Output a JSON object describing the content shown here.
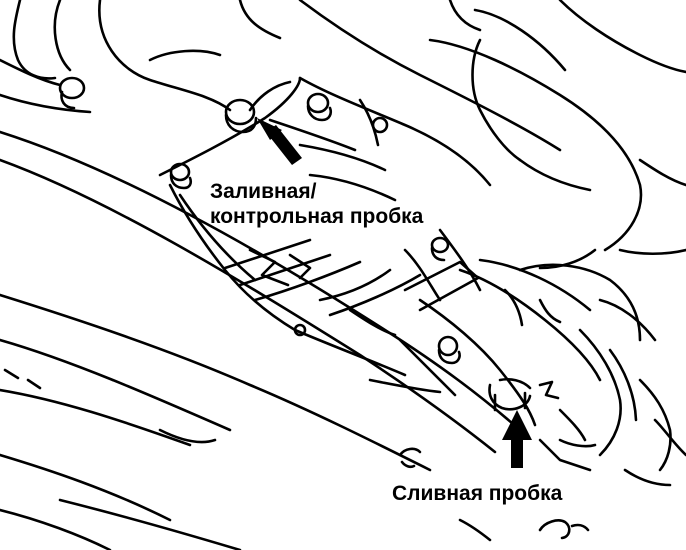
{
  "labels": {
    "fill_plug_line1": "Заливная/",
    "fill_plug_line2": "контрольная пробка",
    "drain_plug": "Сливная пробка"
  },
  "colors": {
    "ink": "#000000",
    "paper": "#ffffff"
  },
  "icons": {
    "fill_arrow": "arrow-up-left-icon",
    "drain_arrow": "arrow-up-icon"
  }
}
